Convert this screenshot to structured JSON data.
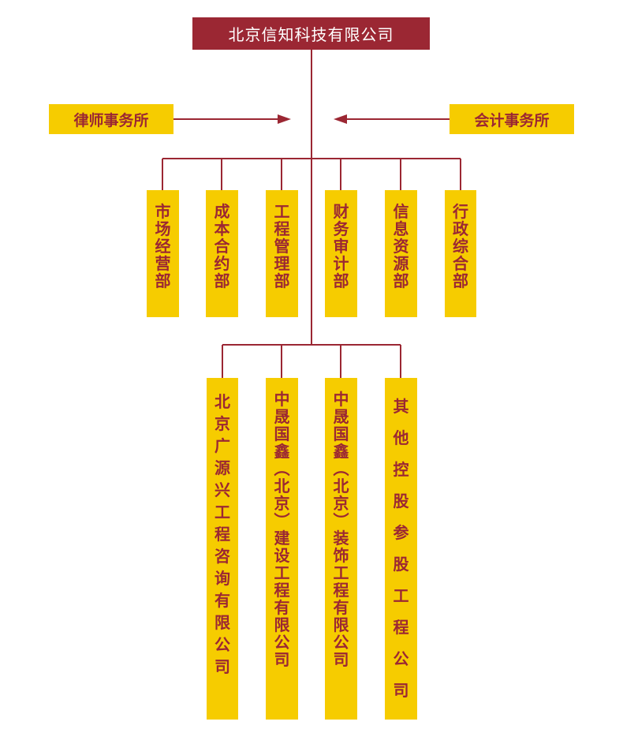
{
  "colors": {
    "primary": "#9b2733",
    "box": "#f6cc00",
    "line": "#9b2733"
  },
  "top": {
    "label": "北京信知科技有限公司"
  },
  "advisors": {
    "left": "律师事务所",
    "right": "会计事务所"
  },
  "departments": [
    {
      "label": "市场经营部"
    },
    {
      "label": "成本合约部"
    },
    {
      "label": "工程管理部"
    },
    {
      "label": "财务审计部"
    },
    {
      "label": "信息资源部"
    },
    {
      "label": "行政综合部"
    }
  ],
  "companies": [
    {
      "label": "北京广源兴工程咨询有限公司"
    },
    {
      "label": "中晟国鑫（北京）建设工程有限公司"
    },
    {
      "label": "中晟国鑫（北京）装饰工程有限公司"
    },
    {
      "label": "其他控股参股工程公司"
    }
  ]
}
